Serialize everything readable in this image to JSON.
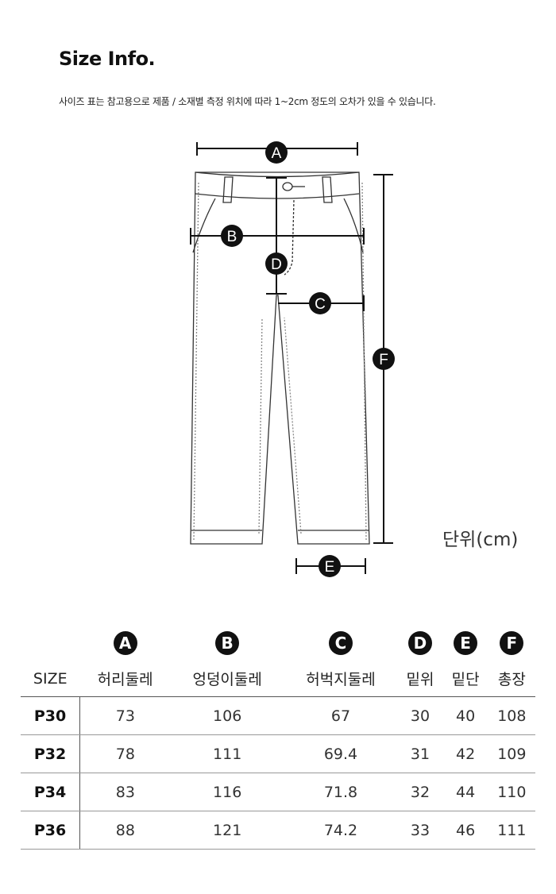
{
  "header": {
    "title": "Size Info.",
    "note": "사이즈 표는 참고용으로 제품 / 소재별 측정 위치에 따라 1~2cm 정도의 오차가 있을 수 있습니다."
  },
  "diagram": {
    "labels": {
      "A": "A",
      "B": "B",
      "C": "C",
      "D": "D",
      "E": "E",
      "F": "F"
    },
    "unit": "단위(cm)"
  },
  "table": {
    "badges": [
      "A",
      "B",
      "C",
      "D",
      "E",
      "F"
    ],
    "headers": [
      "SIZE",
      "허리둘레",
      "엉덩이둘레",
      "허벅지둘레",
      "밑위",
      "밑단",
      "총장"
    ],
    "rows": [
      [
        "P30",
        "73",
        "106",
        "67",
        "30",
        "40",
        "108"
      ],
      [
        "P32",
        "78",
        "111",
        "69.4",
        "31",
        "42",
        "109"
      ],
      [
        "P34",
        "83",
        "116",
        "71.8",
        "32",
        "44",
        "110"
      ],
      [
        "P36",
        "88",
        "121",
        "74.2",
        "33",
        "46",
        "111"
      ]
    ]
  }
}
